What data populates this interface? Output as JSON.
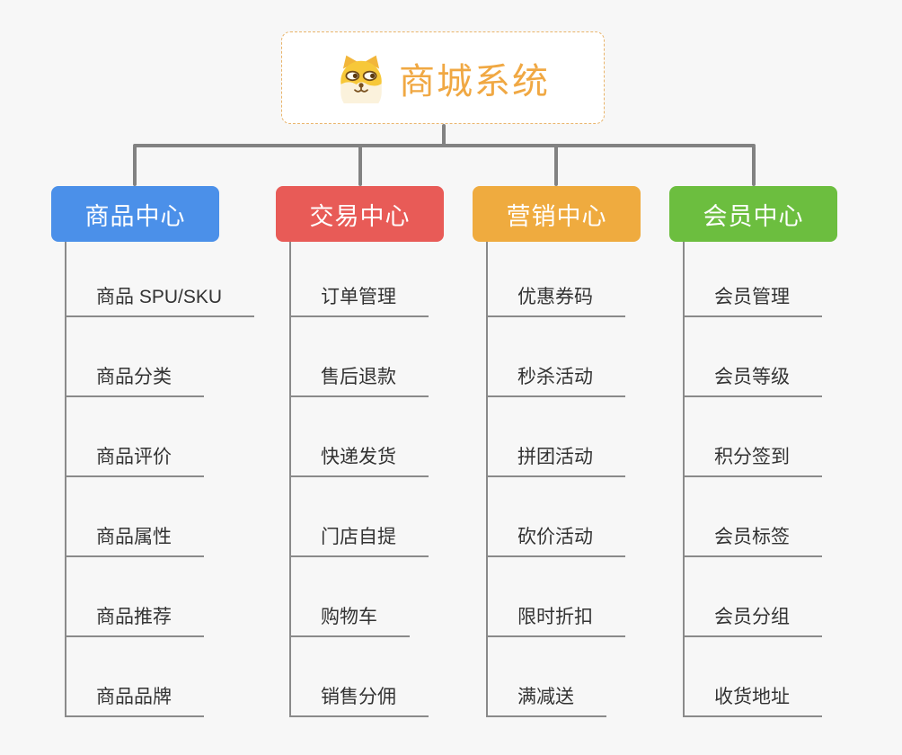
{
  "colors": {
    "background": "#F7F7F7",
    "connector": "#828282",
    "leaf_line": "#8A8A8A",
    "leaf_text": "#333333"
  },
  "root": {
    "title": "商城系统",
    "icon": "doge-icon",
    "text_color": "#F0A843",
    "border_color": "#E9B46B"
  },
  "branches": [
    {
      "label": "商品中心",
      "color": "#4B90E9",
      "items": [
        "商品 SPU/SKU",
        "商品分类",
        "商品评价",
        "商品属性",
        "商品推荐",
        "商品品牌"
      ]
    },
    {
      "label": "交易中心",
      "color": "#E85B57",
      "items": [
        "订单管理",
        "售后退款",
        "快递发货",
        "门店自提",
        "购物车",
        "销售分佣"
      ]
    },
    {
      "label": "营销中心",
      "color": "#EFAB3F",
      "items": [
        "优惠券码",
        "秒杀活动",
        "拼团活动",
        "砍价活动",
        "限时折扣",
        "满减送"
      ]
    },
    {
      "label": "会员中心",
      "color": "#6CBE3F",
      "items": [
        "会员管理",
        "会员等级",
        "积分签到",
        "会员标签",
        "会员分组",
        "收货地址"
      ]
    }
  ]
}
